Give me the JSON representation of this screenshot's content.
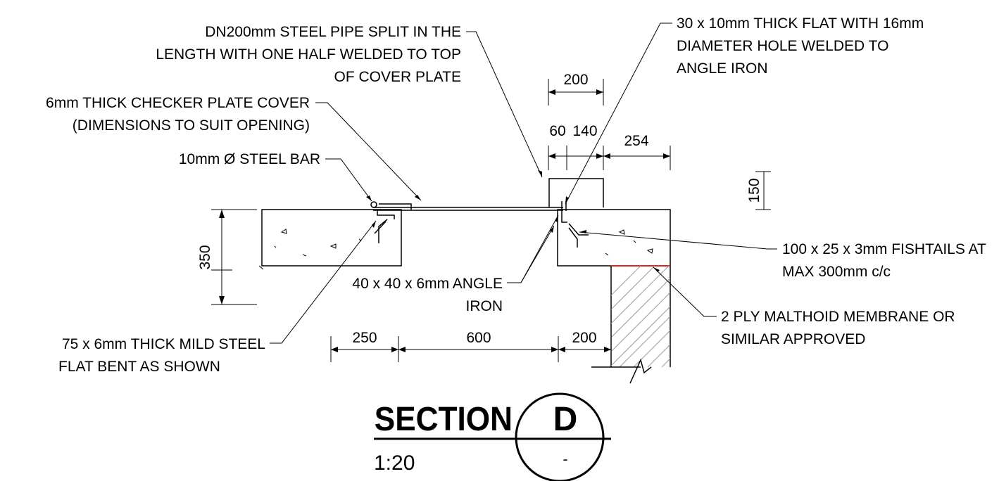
{
  "labels": {
    "steel_pipe": [
      "DN200mm STEEL PIPE SPLIT IN THE",
      "LENGTH WITH ONE HALF WELDED TO TOP",
      "OF COVER PLATE"
    ],
    "checker_plate": [
      "6mm THICK CHECKER PLATE COVER",
      "(DIMENSIONS TO SUIT OPENING)"
    ],
    "steel_bar": [
      "10mm Ø STEEL BAR"
    ],
    "mild_steel_flat": [
      "75 x 6mm THICK MILD STEEL",
      "FLAT BENT AS SHOWN"
    ],
    "angle_iron": [
      "40 x 40 x 6mm ANGLE",
      "IRON"
    ],
    "flat_with_hole": [
      "30 x 10mm THICK FLAT WITH 16mm",
      "DIAMETER HOLE WELDED TO",
      "ANGLE IRON"
    ],
    "fishtails": [
      "100 x 25 x 3mm FISHTAILS AT",
      "MAX 300mm c/c"
    ],
    "membrane": [
      "2 PLY MALTHOID MEMBRANE OR",
      "SIMILAR APPROVED"
    ]
  },
  "dimensions": {
    "pipe_width": "200",
    "split_left": "60",
    "split_right": "140",
    "overhang": "254",
    "pipe_height": "150",
    "slab_depth": "350",
    "left_slab": "250",
    "opening": "600",
    "wall": "200"
  },
  "title_block": {
    "title": "SECTION",
    "letter": "D",
    "scale": "1:20",
    "sheet": "-"
  }
}
